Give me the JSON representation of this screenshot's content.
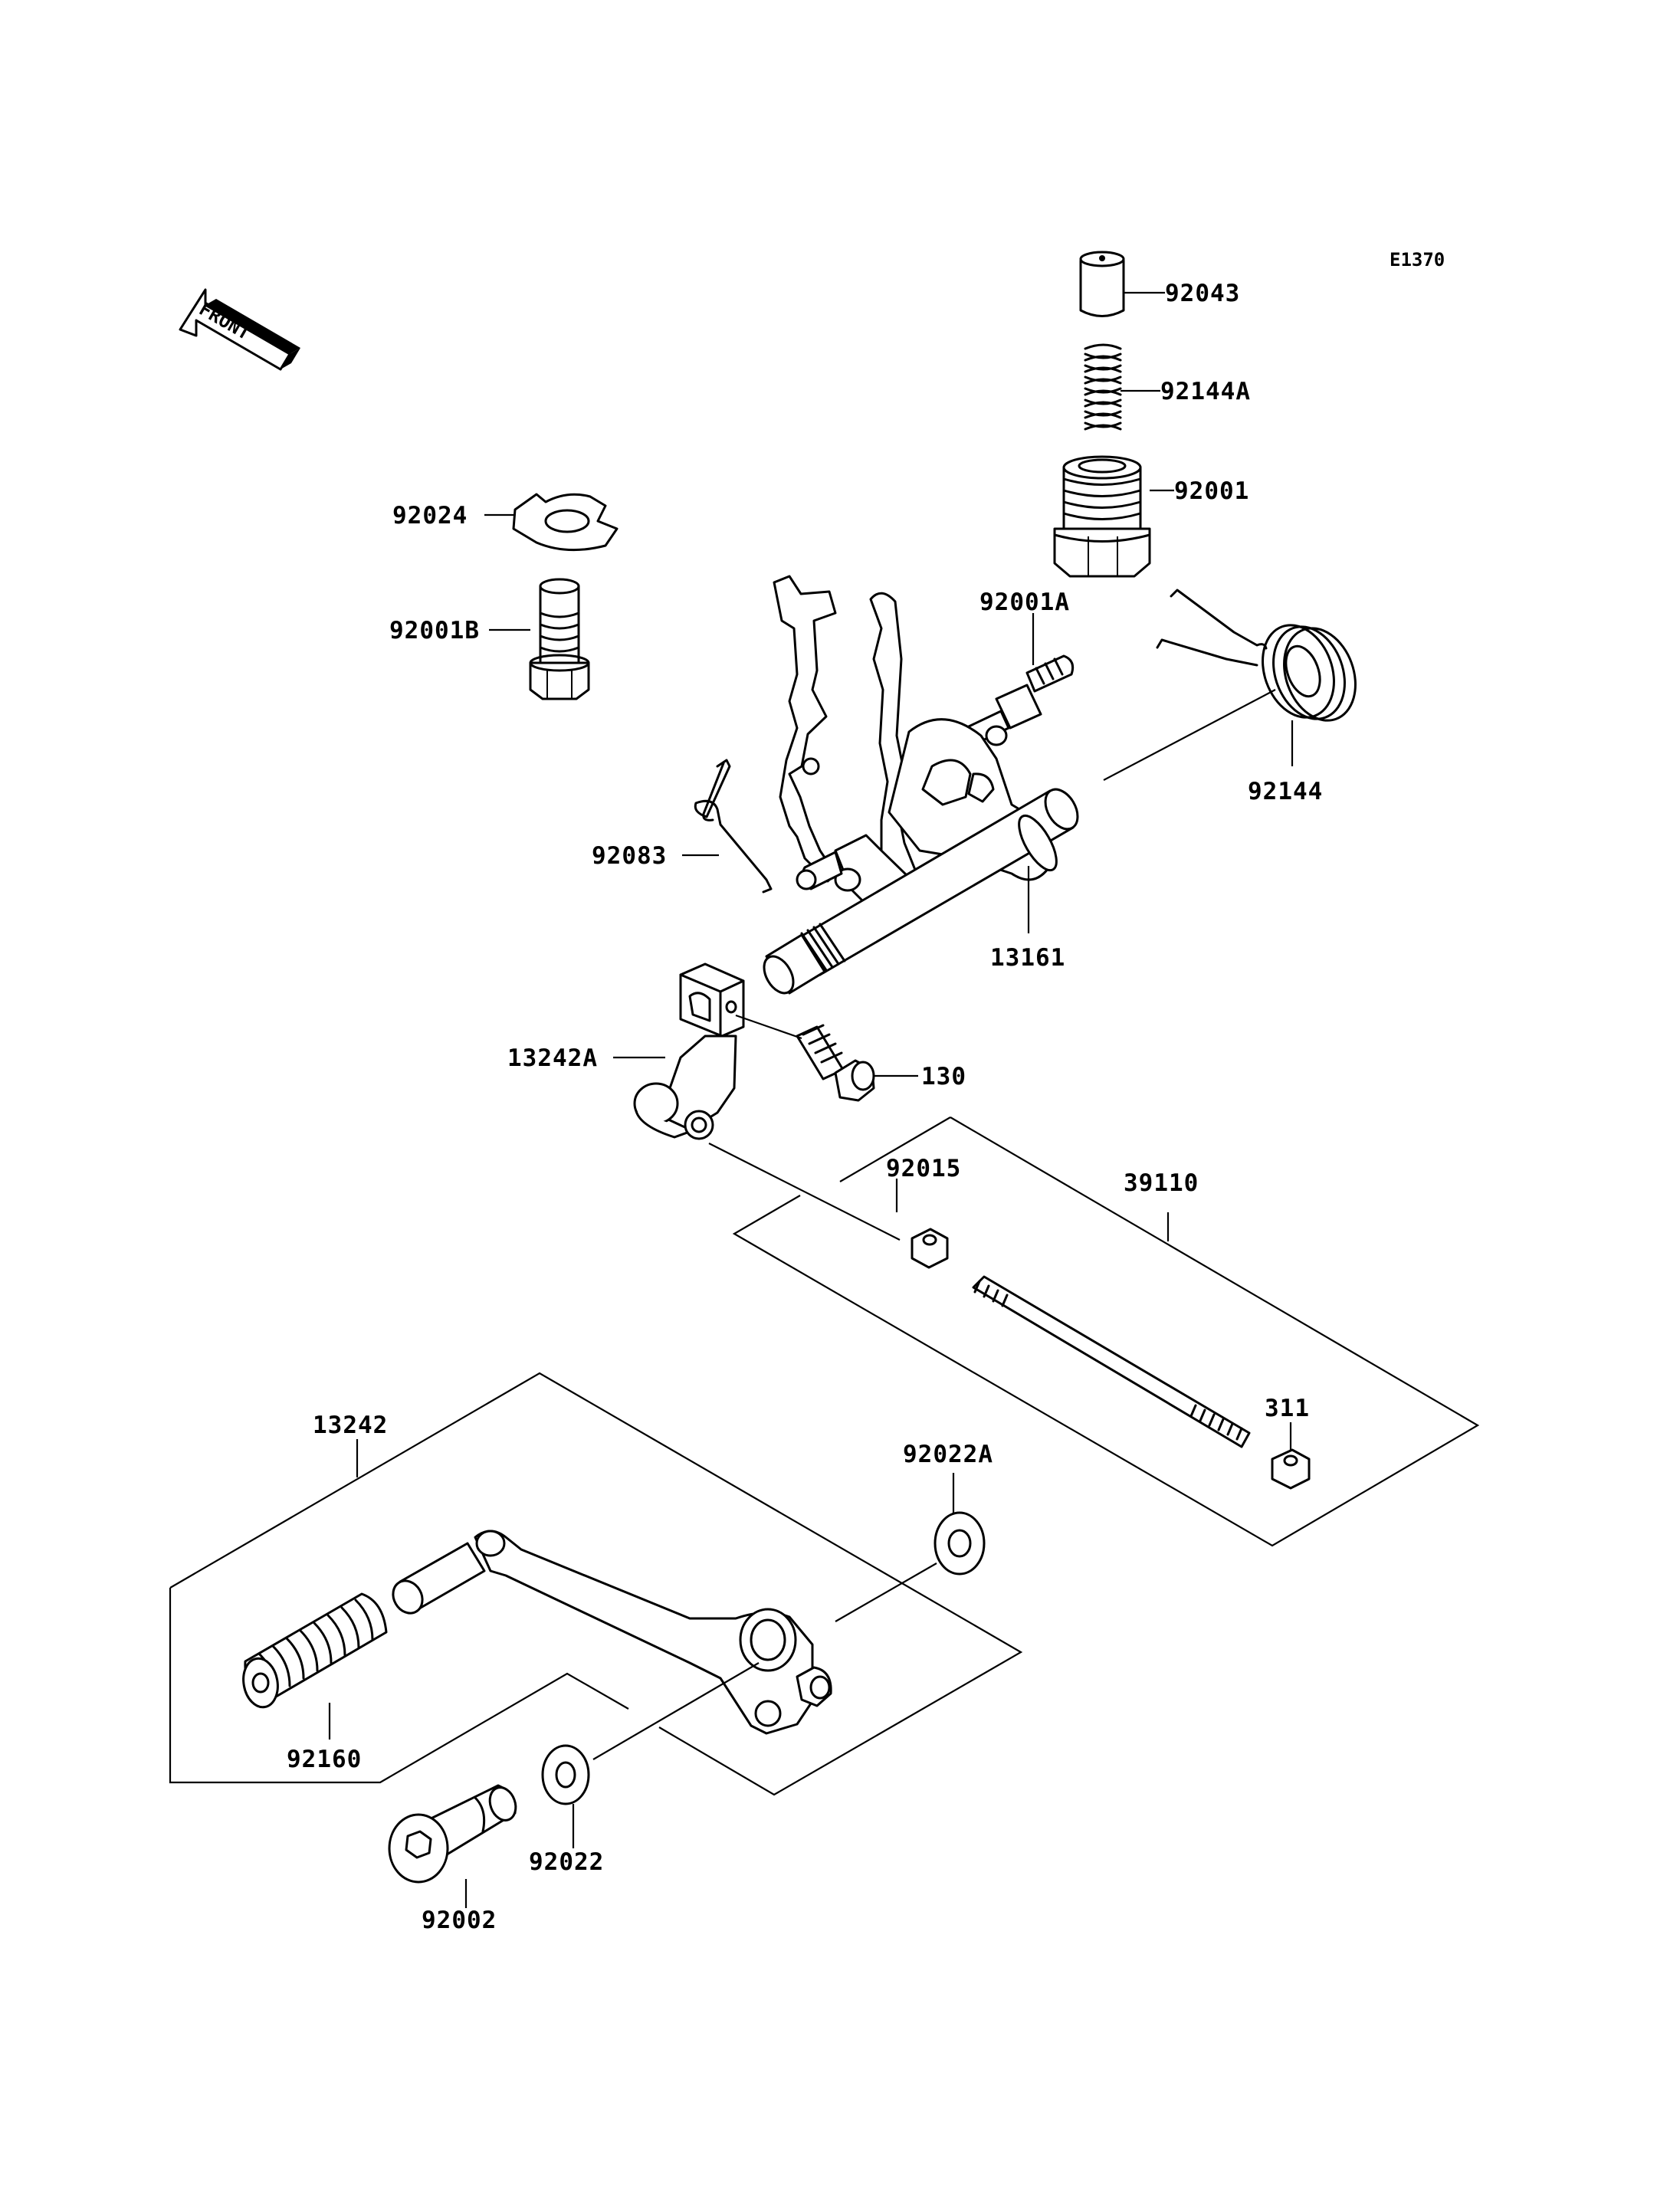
{
  "diagram_code": "E1370",
  "front_label": "FRONT",
  "parts": {
    "p92043": "92043",
    "p92144A": "92144A",
    "p92001": "92001",
    "p92024": "92024",
    "p92001B": "92001B",
    "p92001A": "92001A",
    "p92144": "92144",
    "p92083": "92083",
    "p13161": "13161",
    "p13242A": "13242A",
    "p130": "130",
    "p92015": "92015",
    "p39110": "39110",
    "p311": "311",
    "p13242": "13242",
    "p92022A": "92022A",
    "p92160": "92160",
    "p92022": "92022",
    "p92002": "92002"
  }
}
